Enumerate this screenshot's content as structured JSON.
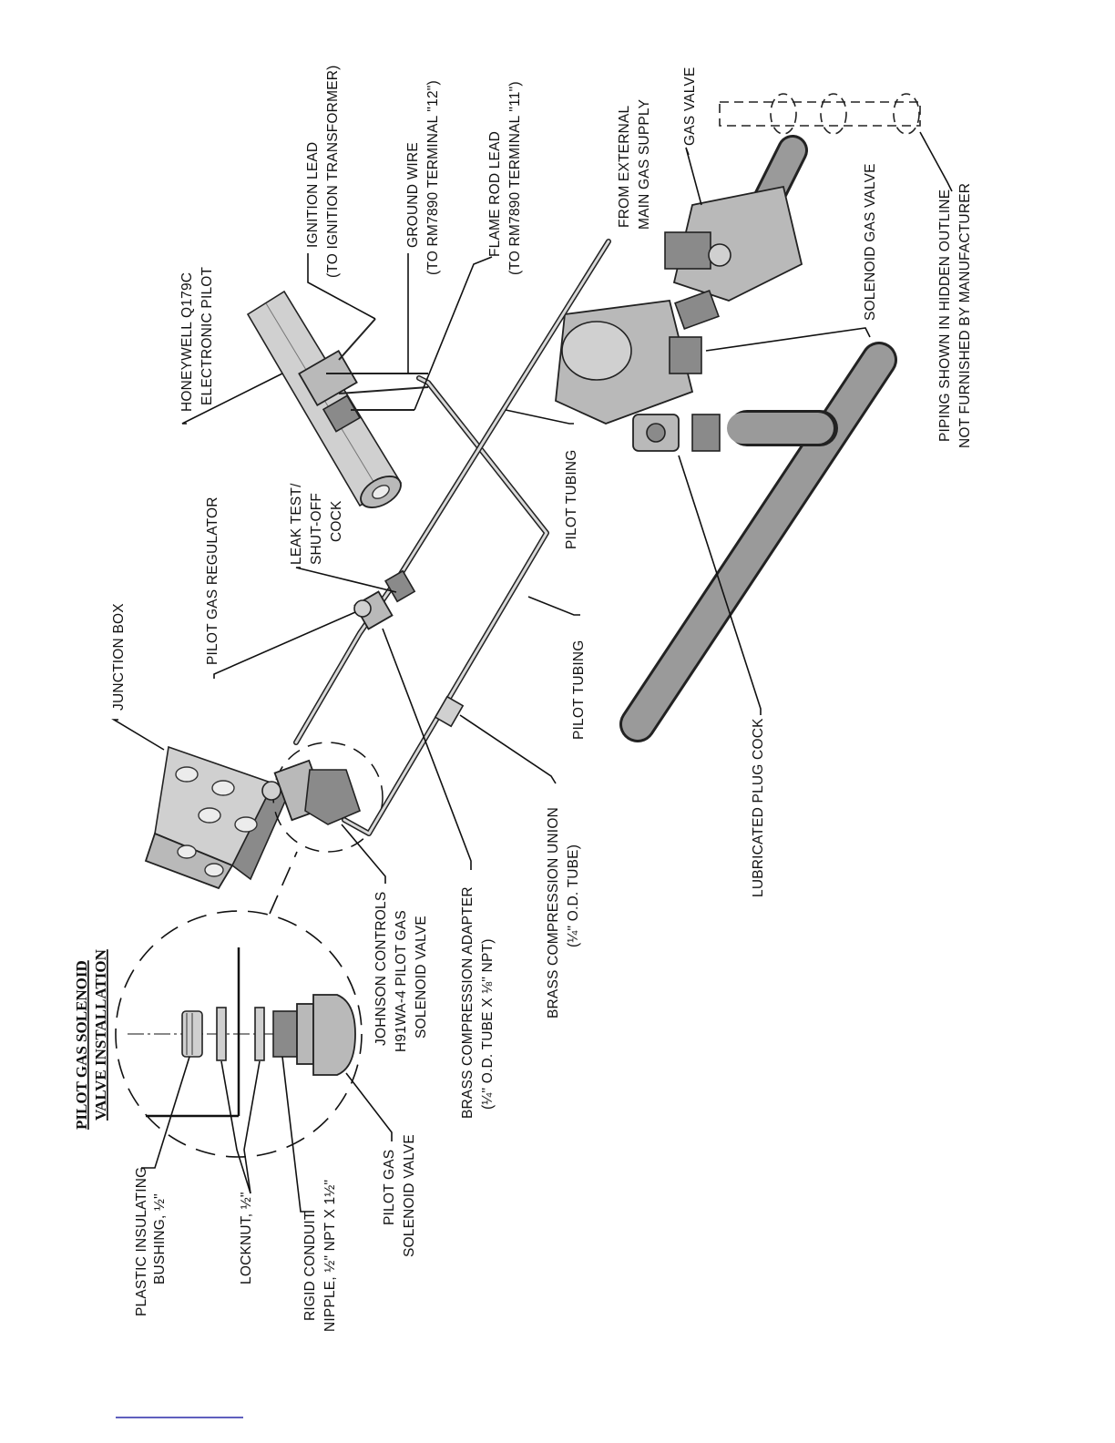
{
  "inset": {
    "title_line1": "PILOT GAS SOLENOID",
    "title_line2": "VALVE INSTALLATION"
  },
  "labels": {
    "plastic_bushing": [
      "PLASTIC INSULATING",
      "BUSHING, ½\""
    ],
    "locknut": "LOCKNUT, ½\"",
    "rigid_conduit": [
      "RIGID CONDUIT",
      "NIPPLE, ½\" NPT X 1½\""
    ],
    "pilot_gas_solenoid_inset": [
      "PILOT GAS",
      "SOLENOID VALVE"
    ],
    "johnson_controls": [
      "JOHNSON CONTROLS",
      "H91WA-4 PILOT GAS",
      "SOLENOID VALVE"
    ],
    "brass_adapter": [
      "BRASS COMPRESSION ADAPTER",
      "(¼\" O.D. TUBE X ⅛\" NPT)"
    ],
    "brass_union": [
      "BRASS COMPRESSION UNION",
      "(¼\" O.D. TUBE)"
    ],
    "lubricated_plug_cock": "LUBRICATED PLUG COCK",
    "piping_hidden": [
      "PIPING SHOWN IN HIDDEN OUTLINE",
      "NOT FURNISHED BY MANUFACTURER"
    ],
    "junction_box": "JUNCTION BOX",
    "pilot_gas_regulator": "PILOT GAS REGULATOR",
    "leak_test": [
      "LEAK TEST/",
      "SHUT-OFF",
      "COCK"
    ],
    "pilot_tubing_1": "PILOT TUBING",
    "pilot_tubing_2": "PILOT TUBING",
    "honeywell": [
      "HONEYWELL Q179C",
      "ELECTRONIC PILOT"
    ],
    "ignition_lead": [
      "IGNITION LEAD",
      "(TO IGNITION TRANSFORMER)"
    ],
    "ground_wire": [
      "GROUND WIRE",
      "(TO RM7890 TERMINAL \"12\")"
    ],
    "flame_rod": [
      "FLAME ROD LEAD",
      "(TO RM7890 TERMINAL \"11\")"
    ],
    "from_external": [
      "FROM EXTERNAL",
      "MAIN GAS SUPPLY"
    ],
    "solenoid_gas_valve": "SOLENOID GAS VALVE",
    "gas_valve": "GAS VALVE"
  },
  "colors": {
    "line": "#111111",
    "part_fill": "#b9b9b9",
    "footer_rule": "#2a2aa8"
  }
}
